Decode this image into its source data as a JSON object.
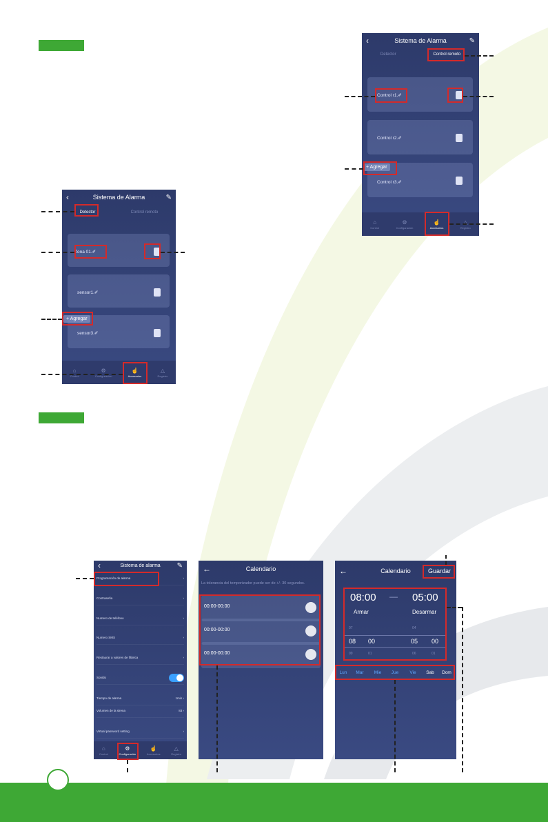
{
  "colors": {
    "brand_green": "#3ea835",
    "highlight_red": "#d42a2a",
    "app_blue": "#2d3a6a"
  },
  "phone_detector": {
    "title": "Sistema de Alarma",
    "tabs": [
      "Detector",
      "Control remoto"
    ],
    "items": [
      "Zona 01.✐",
      "sensor1.✐",
      "sensor3.✐"
    ],
    "add_label": "+ Agregar",
    "nav": [
      "Control",
      "Configuración",
      "Accesorios",
      "Registro"
    ]
  },
  "phone_remote": {
    "title": "Sistema de Alarma",
    "tabs": [
      "Detector",
      "Control remoto"
    ],
    "items": [
      "Control r1.✐",
      "Control r2.✐",
      "Control r3.✐"
    ],
    "add_label": "+ Agregar",
    "nav": [
      "Control",
      "Configuración",
      "Accesorios",
      "Registro"
    ]
  },
  "phone_settings": {
    "title": "Sistema de alarma",
    "rows": [
      {
        "label": "Programación de alarma",
        "value": "›"
      },
      {
        "label": "Contraseña",
        "value": "›"
      },
      {
        "label": "Numero de teléfono",
        "value": "›"
      },
      {
        "label": "Numero SMS",
        "value": "›"
      },
      {
        "label": "Restaurar a valores de fábrica",
        "value": "›"
      },
      {
        "label": "Sonido",
        "value": ""
      },
      {
        "label": "Tiempo de alarma",
        "value": "1min ›"
      },
      {
        "label": "Volumen de la sirena",
        "value": "83 ›"
      },
      {
        "label": "Virtual password setting",
        "value": "›"
      }
    ],
    "nav": [
      "Control",
      "Configuración",
      "Accesorios",
      "Registro"
    ]
  },
  "phone_calendar": {
    "title": "Calendario",
    "note": "La tolerancia del temporizador puede ser de +/- 30 segundos.",
    "schedules": [
      "00:00-00:00",
      "00:00-00:00",
      "00:00-00:00"
    ]
  },
  "phone_calendar_edit": {
    "title": "Calendario",
    "save_label": "Guardar",
    "arm_time": "08:00",
    "disarm_time": "05:00",
    "dash": "—",
    "arm_label": "Armar",
    "disarm_label": "Desarmar",
    "wheel_above": [
      "07",
      "04"
    ],
    "wheel_selected": [
      "08",
      "00",
      "05",
      "00"
    ],
    "wheel_below": [
      "09",
      "01",
      "06",
      "01"
    ],
    "days": [
      "Lun",
      "Mar",
      "Mie",
      "Jue",
      "Vie",
      "Sab",
      "Dom"
    ],
    "days_on": [
      false,
      false,
      false,
      false,
      false,
      true,
      true
    ]
  }
}
